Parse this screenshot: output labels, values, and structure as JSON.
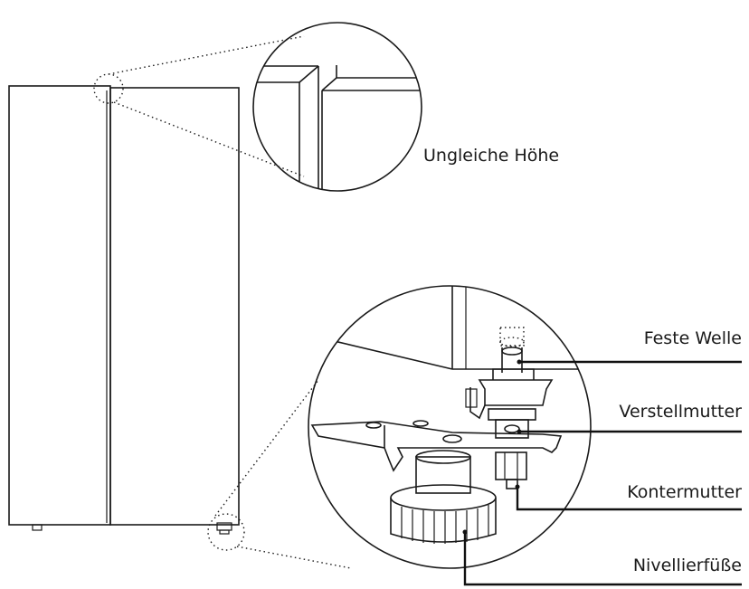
{
  "labels": {
    "uneven_height": "Ungleiche Höhe",
    "fixed_shaft": "Feste Welle",
    "adjusting_nut": "Verstellmutter",
    "lock_nut": "Kontermutter",
    "leveling_feet": "Nivellierfüße"
  },
  "colors": {
    "line": "#1a1a1a",
    "background": "#ffffff"
  }
}
